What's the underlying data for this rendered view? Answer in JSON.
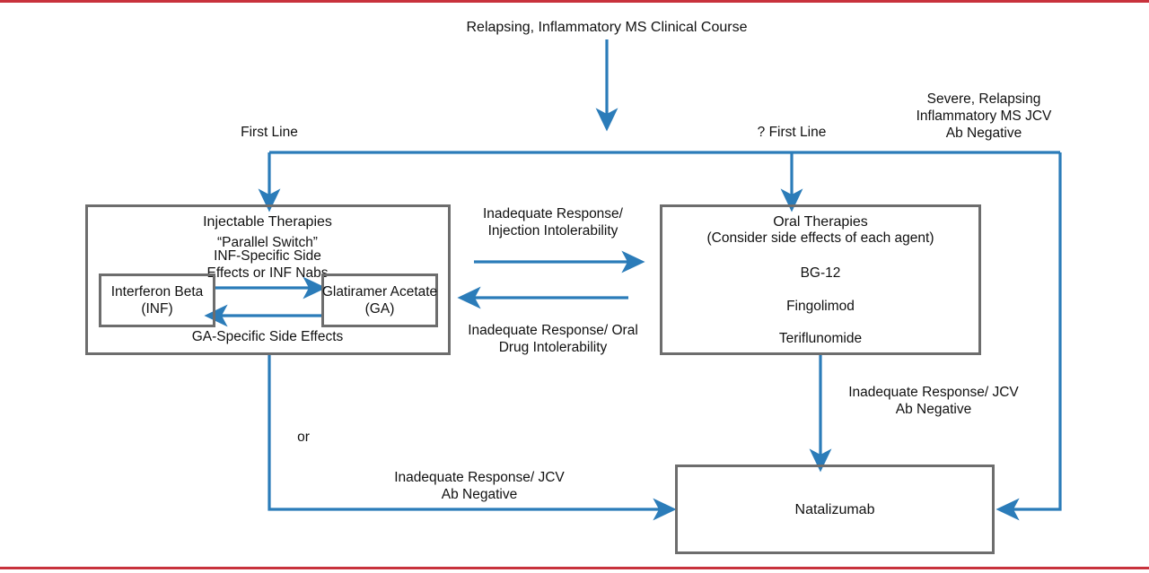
{
  "figure": {
    "title": "Relapsing, Inflammatory MS Clinical Course",
    "accent_color": "#2B7CB9",
    "box_border_color": "#6D6D6D",
    "rule_color": "#C8323C",
    "text_color": "#111111"
  },
  "branch_labels": {
    "first_line": "First Line",
    "question_first_line": "? First Line",
    "severe_relapsing": "Severe, Relapsing\nInflammatory MS\nJCV Ab Negative"
  },
  "injectable": {
    "heading": "Injectable Therapies",
    "parallel_switch": "“Parallel Switch”",
    "switch_reason": "INF-Specific\nSide Effects\nor INF Nabs",
    "ga_reason": "GA-Specific Side Effects",
    "drug_left": "Interferon Beta\n(INF)",
    "drug_right": "Glatiramer Acetate\n(GA)"
  },
  "oral": {
    "heading": "Oral Therapies",
    "subheading": "(Consider side effects of each agent)",
    "agents": [
      "BG-12",
      "Fingolimod",
      "Teriflunomide"
    ]
  },
  "natalizumab": {
    "label": "Natalizumab"
  },
  "transitions": {
    "inject_to_oral": "Inadequate Response/\nInjection Intolerability",
    "oral_to_inject": "Inadequate Response/\nOral Drug Intolerability",
    "oral_to_natalizumab": "Inadequate Response/\nJCV Ab Negative",
    "inject_to_natalizumab": "Inadequate Response/\nJCV Ab Negative",
    "or_connector": "or"
  }
}
